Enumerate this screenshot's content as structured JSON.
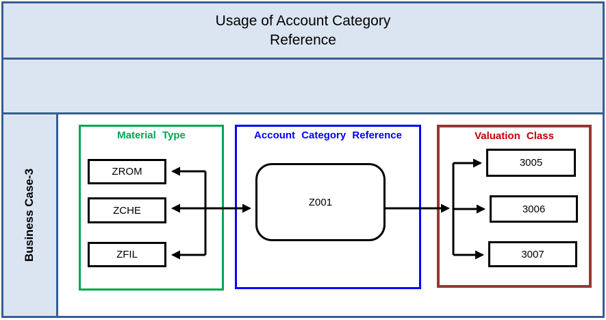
{
  "header": {
    "title_line1": "Usage of Account Category",
    "title_line2": "Reference"
  },
  "sidebar": {
    "label": "Business Case-3"
  },
  "diagram": {
    "material_type": {
      "title": "Material Type",
      "items": [
        "ZROM",
        "ZCHE",
        "ZFIL"
      ]
    },
    "account_category_reference": {
      "title": "Account Category Reference",
      "node": "Z001"
    },
    "valuation_class": {
      "title": "Valuation Class",
      "items": [
        "3005",
        "3006",
        "3007"
      ]
    }
  },
  "colors": {
    "frame_border": "#365F91",
    "band_fill": "#DBE5F1",
    "material_type_accent": "#00A651",
    "account_category_accent": "#0000FF",
    "valuation_border": "#953735",
    "valuation_title_text": "#C00000",
    "node_border": "#000000",
    "connector": "#000000"
  }
}
